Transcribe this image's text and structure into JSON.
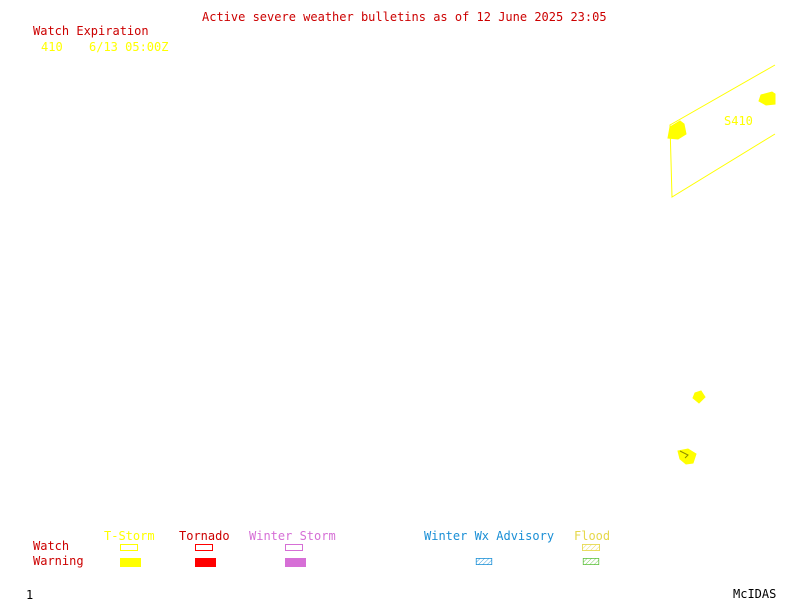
{
  "header": {
    "title": "Active severe weather bulletins as of 12 June 2025 23:05"
  },
  "watch_expiration": {
    "heading": "Watch Expiration",
    "entries": [
      {
        "number": "410",
        "expires": "6/13 05:00Z"
      }
    ]
  },
  "map": {
    "watch_box_label": "S410",
    "watch_box_color": "#ffff00"
  },
  "legend": {
    "row_labels": {
      "watch": "Watch",
      "warning": "Warning"
    },
    "categories": [
      {
        "label": "T-Storm",
        "color": "#ffff00",
        "watch_style": "outline",
        "warning_style": "solid"
      },
      {
        "label": "Tornado",
        "color": "#ff0000",
        "watch_style": "outline",
        "warning_style": "solid"
      },
      {
        "label": "Winter Storm",
        "color": "#d66fd6",
        "watch_style": "outline",
        "warning_style": "solid"
      },
      {
        "label": "Winter Wx Advisory",
        "color": "#1a8fd6",
        "watch_style": "none",
        "warning_style": "hatched"
      },
      {
        "label": "Flood",
        "color": "#e6d84a",
        "warning_color": "#5cc13a",
        "watch_style": "hatched",
        "warning_style": "hatched"
      }
    ],
    "label_colors": {
      "row": "#cc0000"
    }
  },
  "footer": {
    "frame_number": "1",
    "software": "McIDAS"
  },
  "colors": {
    "title": "#cc0000",
    "heading": "#cc0000",
    "watch_entry": "#ffff00",
    "footer": "#000000"
  }
}
